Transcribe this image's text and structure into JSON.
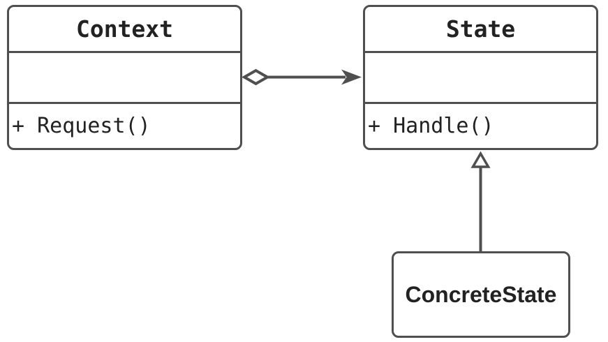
{
  "diagram": {
    "kind": "uml-class-diagram",
    "pattern": "State"
  },
  "classes": {
    "context": {
      "name": "Context",
      "attributes": "",
      "methods": "+ Request()"
    },
    "state": {
      "name": "State",
      "attributes": "",
      "methods": "+ Handle()"
    },
    "concrete_state": {
      "name": "ConcreteState"
    }
  },
  "relations": [
    {
      "from": "Context",
      "to": "State",
      "type": "aggregation",
      "marker_from": "hollow-diamond",
      "marker_to": "filled-arrow"
    },
    {
      "from": "ConcreteState",
      "to": "State",
      "type": "generalization",
      "marker_to": "hollow-triangle"
    }
  ],
  "colors": {
    "stroke": "#4f4f4f",
    "text": "#222222",
    "background": "#ffffff"
  }
}
